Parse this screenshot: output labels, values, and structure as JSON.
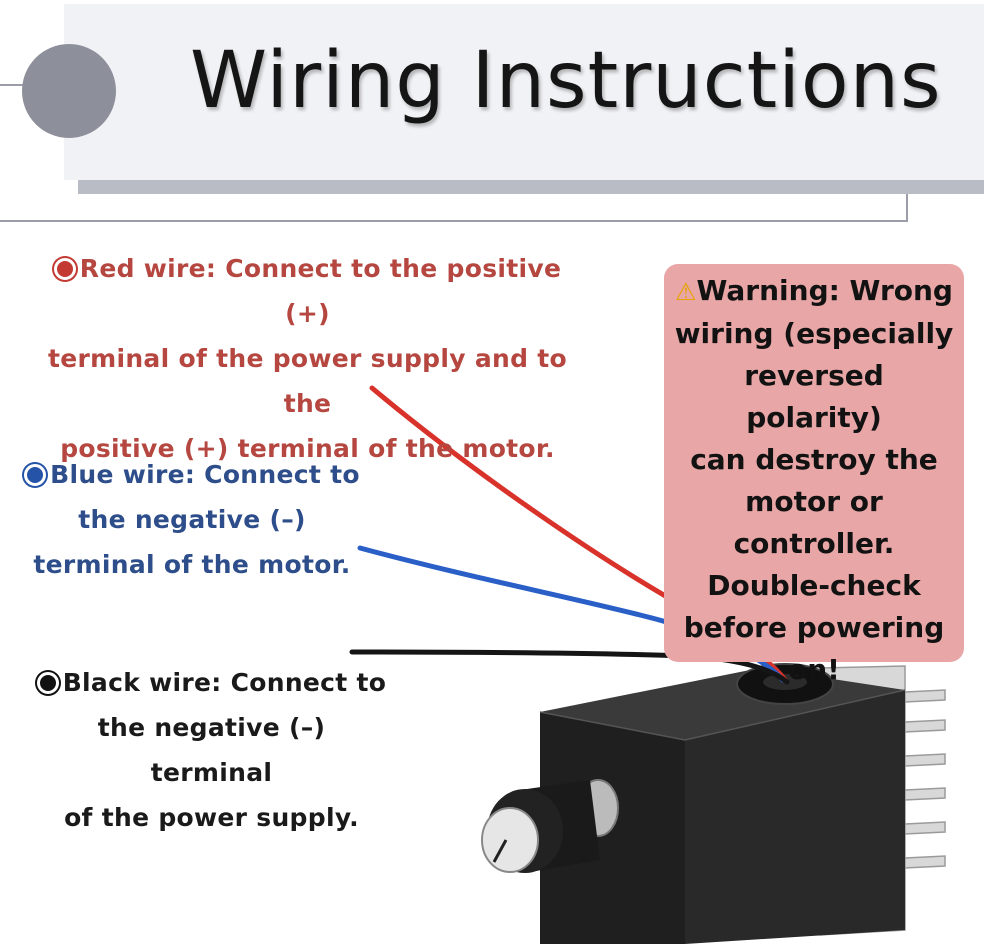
{
  "title": "Wiring Instructions",
  "red_wire": {
    "lines": [
      "Red wire: Connect to the positive (+)",
      "terminal of the power supply and to the",
      "positive (+) terminal of the motor."
    ],
    "color": "#b54740"
  },
  "blue_wire": {
    "lines": [
      "Blue wire: Connect to",
      "the negative (–)",
      "terminal of the motor."
    ],
    "color": "#2d4e8a"
  },
  "black_wire": {
    "lines": [
      "Black wire: Connect to",
      "the negative (–) terminal",
      "of the power supply."
    ],
    "color": "#1a1a1a"
  },
  "warning": {
    "icon": "warning-triangle-icon",
    "lines": [
      "Warning: Wrong",
      "wiring (especially",
      "reversed polarity)",
      "can destroy the",
      "motor or",
      "controller.",
      "Double-check",
      "before powering",
      "on!"
    ],
    "background": "#e8a6a6"
  }
}
